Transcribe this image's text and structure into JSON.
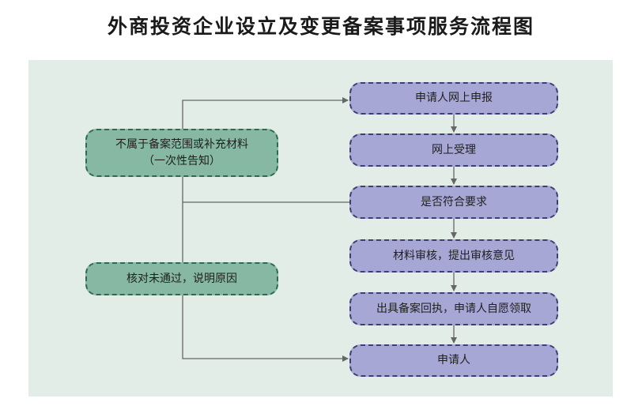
{
  "title": "外商投资企业设立及变更备案事项服务流程图",
  "steps": [
    "申请人网上申报",
    "网上受理",
    "是否符合要求",
    "材料审核，提出审核意见",
    "出具备案回执，申请人自愿领取",
    "申请人"
  ],
  "side_nodes": {
    "not_in_scope_line1": "不属于备案范围或补充材料",
    "not_in_scope_line2": "（一次性告知）",
    "rejected": "核对未通过，说明原因"
  },
  "colors": {
    "background_panel": "#e2ede8",
    "step_fill": "#a7a7d6",
    "step_border": "#3e3e72",
    "side_fill": "#86b8a4",
    "side_border": "#2d6a52",
    "connector": "#666666"
  }
}
